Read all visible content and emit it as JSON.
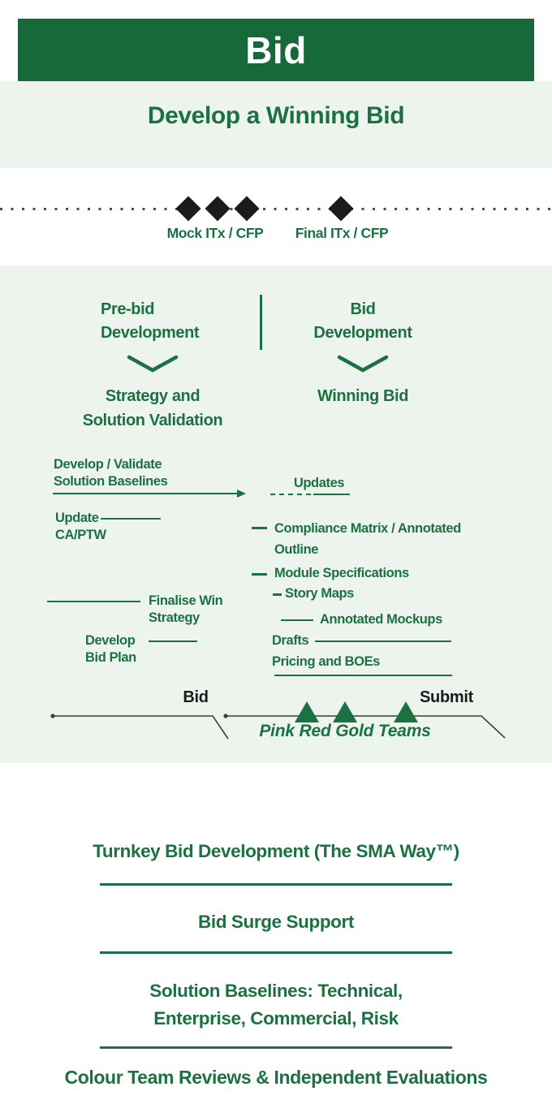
{
  "colors": {
    "banner_green": "#17693a",
    "text_green": "#1b7141",
    "panel_bg": "#edf4ee",
    "ink_black": "#1b1b1b",
    "line_gray": "#3d3d3d"
  },
  "banner": {
    "title": "Bid"
  },
  "subtitle": "Develop a Winning Bid",
  "milestones": {
    "mock": "Mock ITx / CFP",
    "final": "Final ITx / CFP"
  },
  "phases": {
    "prebid": {
      "line1": "Pre-bid",
      "line2": "Development",
      "outcome1": "Strategy and",
      "outcome2": "Solution Validation"
    },
    "bid": {
      "line1": "Bid",
      "line2": "Development",
      "outcome": "Winning Bid"
    }
  },
  "activities": {
    "develop_validate1": "Develop / Validate",
    "develop_validate2": "Solution Baselines",
    "updates": "Updates",
    "update1": "Update",
    "update2": "CA/PTW",
    "compliance1": "Compliance Matrix / Annotated",
    "compliance2": "Outline",
    "module_specs": "Module Specifications",
    "story_maps": "Story Maps",
    "annotated_mockups": "Annotated Mockups",
    "finalise1": "Finalise Win",
    "finalise2": "Strategy",
    "develop": "Develop",
    "bid_plan": "Bid Plan",
    "drafts": "Drafts",
    "pricing": "Pricing and BOEs"
  },
  "timeline": {
    "bid": "Bid",
    "submit": "Submit",
    "teams": "Pink Red Gold Teams"
  },
  "services": {
    "s1": "Turnkey Bid Development (The SMA Way™)",
    "s2": "Bid Surge Support",
    "s3a": "Solution Baselines: Technical,",
    "s3b": "Enterprise, Commercial, Risk",
    "s4": "Colour Team Reviews & Independent Evaluations"
  }
}
